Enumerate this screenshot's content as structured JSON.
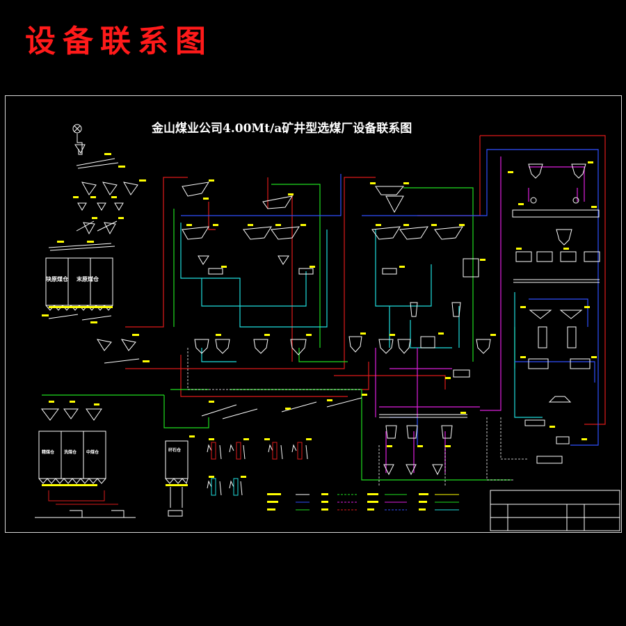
{
  "page": {
    "heading": "设备联系图"
  },
  "drawing": {
    "title": "金山煤业公司4.00Mt/a矿井型选煤厂设备联系图",
    "bins": {
      "raw_left": "块原煤仓",
      "raw_right": "末原煤仓",
      "product_1": "精煤仓",
      "product_2": "洗煤仓",
      "product_3": "中煤仓",
      "gangue": "矸石仓"
    }
  },
  "colors": {
    "background": "#000000",
    "frame": "#d9d9d9",
    "heading": "#ff1a1a",
    "line_red": "#e01b1b",
    "line_green": "#20e020",
    "line_cyan": "#20e0e0",
    "line_blue": "#3050ff",
    "line_magenta": "#e020e0",
    "line_yellow": "#ffff00",
    "line_white": "#ffffff"
  }
}
